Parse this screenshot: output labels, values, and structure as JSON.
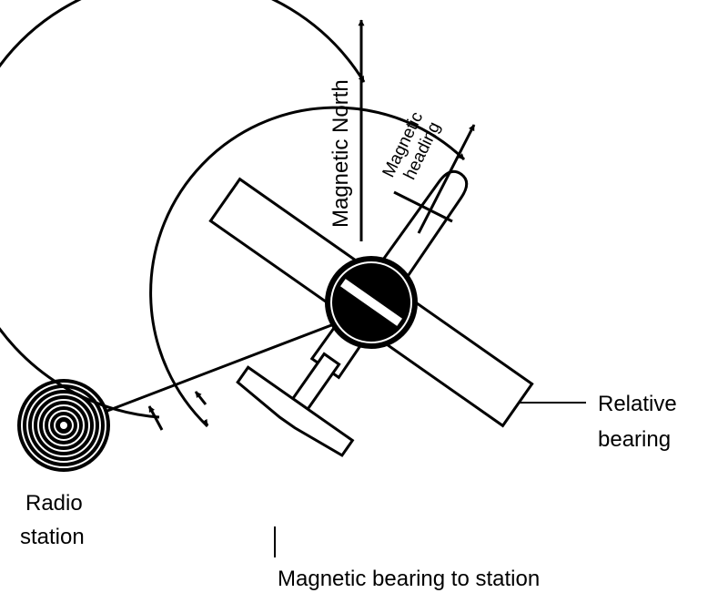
{
  "labels": {
    "magnetic_north": "Magnetic North",
    "magnetic_heading_line1": "Magnetic",
    "magnetic_heading_line2": "heading",
    "relative_bearing_line1": "Relative",
    "relative_bearing_line2": "bearing",
    "radio_station_line1": "Radio",
    "radio_station_line2": "station",
    "magnetic_bearing_to_station": "Magnetic bearing to station"
  },
  "colors": {
    "ink": "#000000",
    "paper": "#ffffff"
  }
}
